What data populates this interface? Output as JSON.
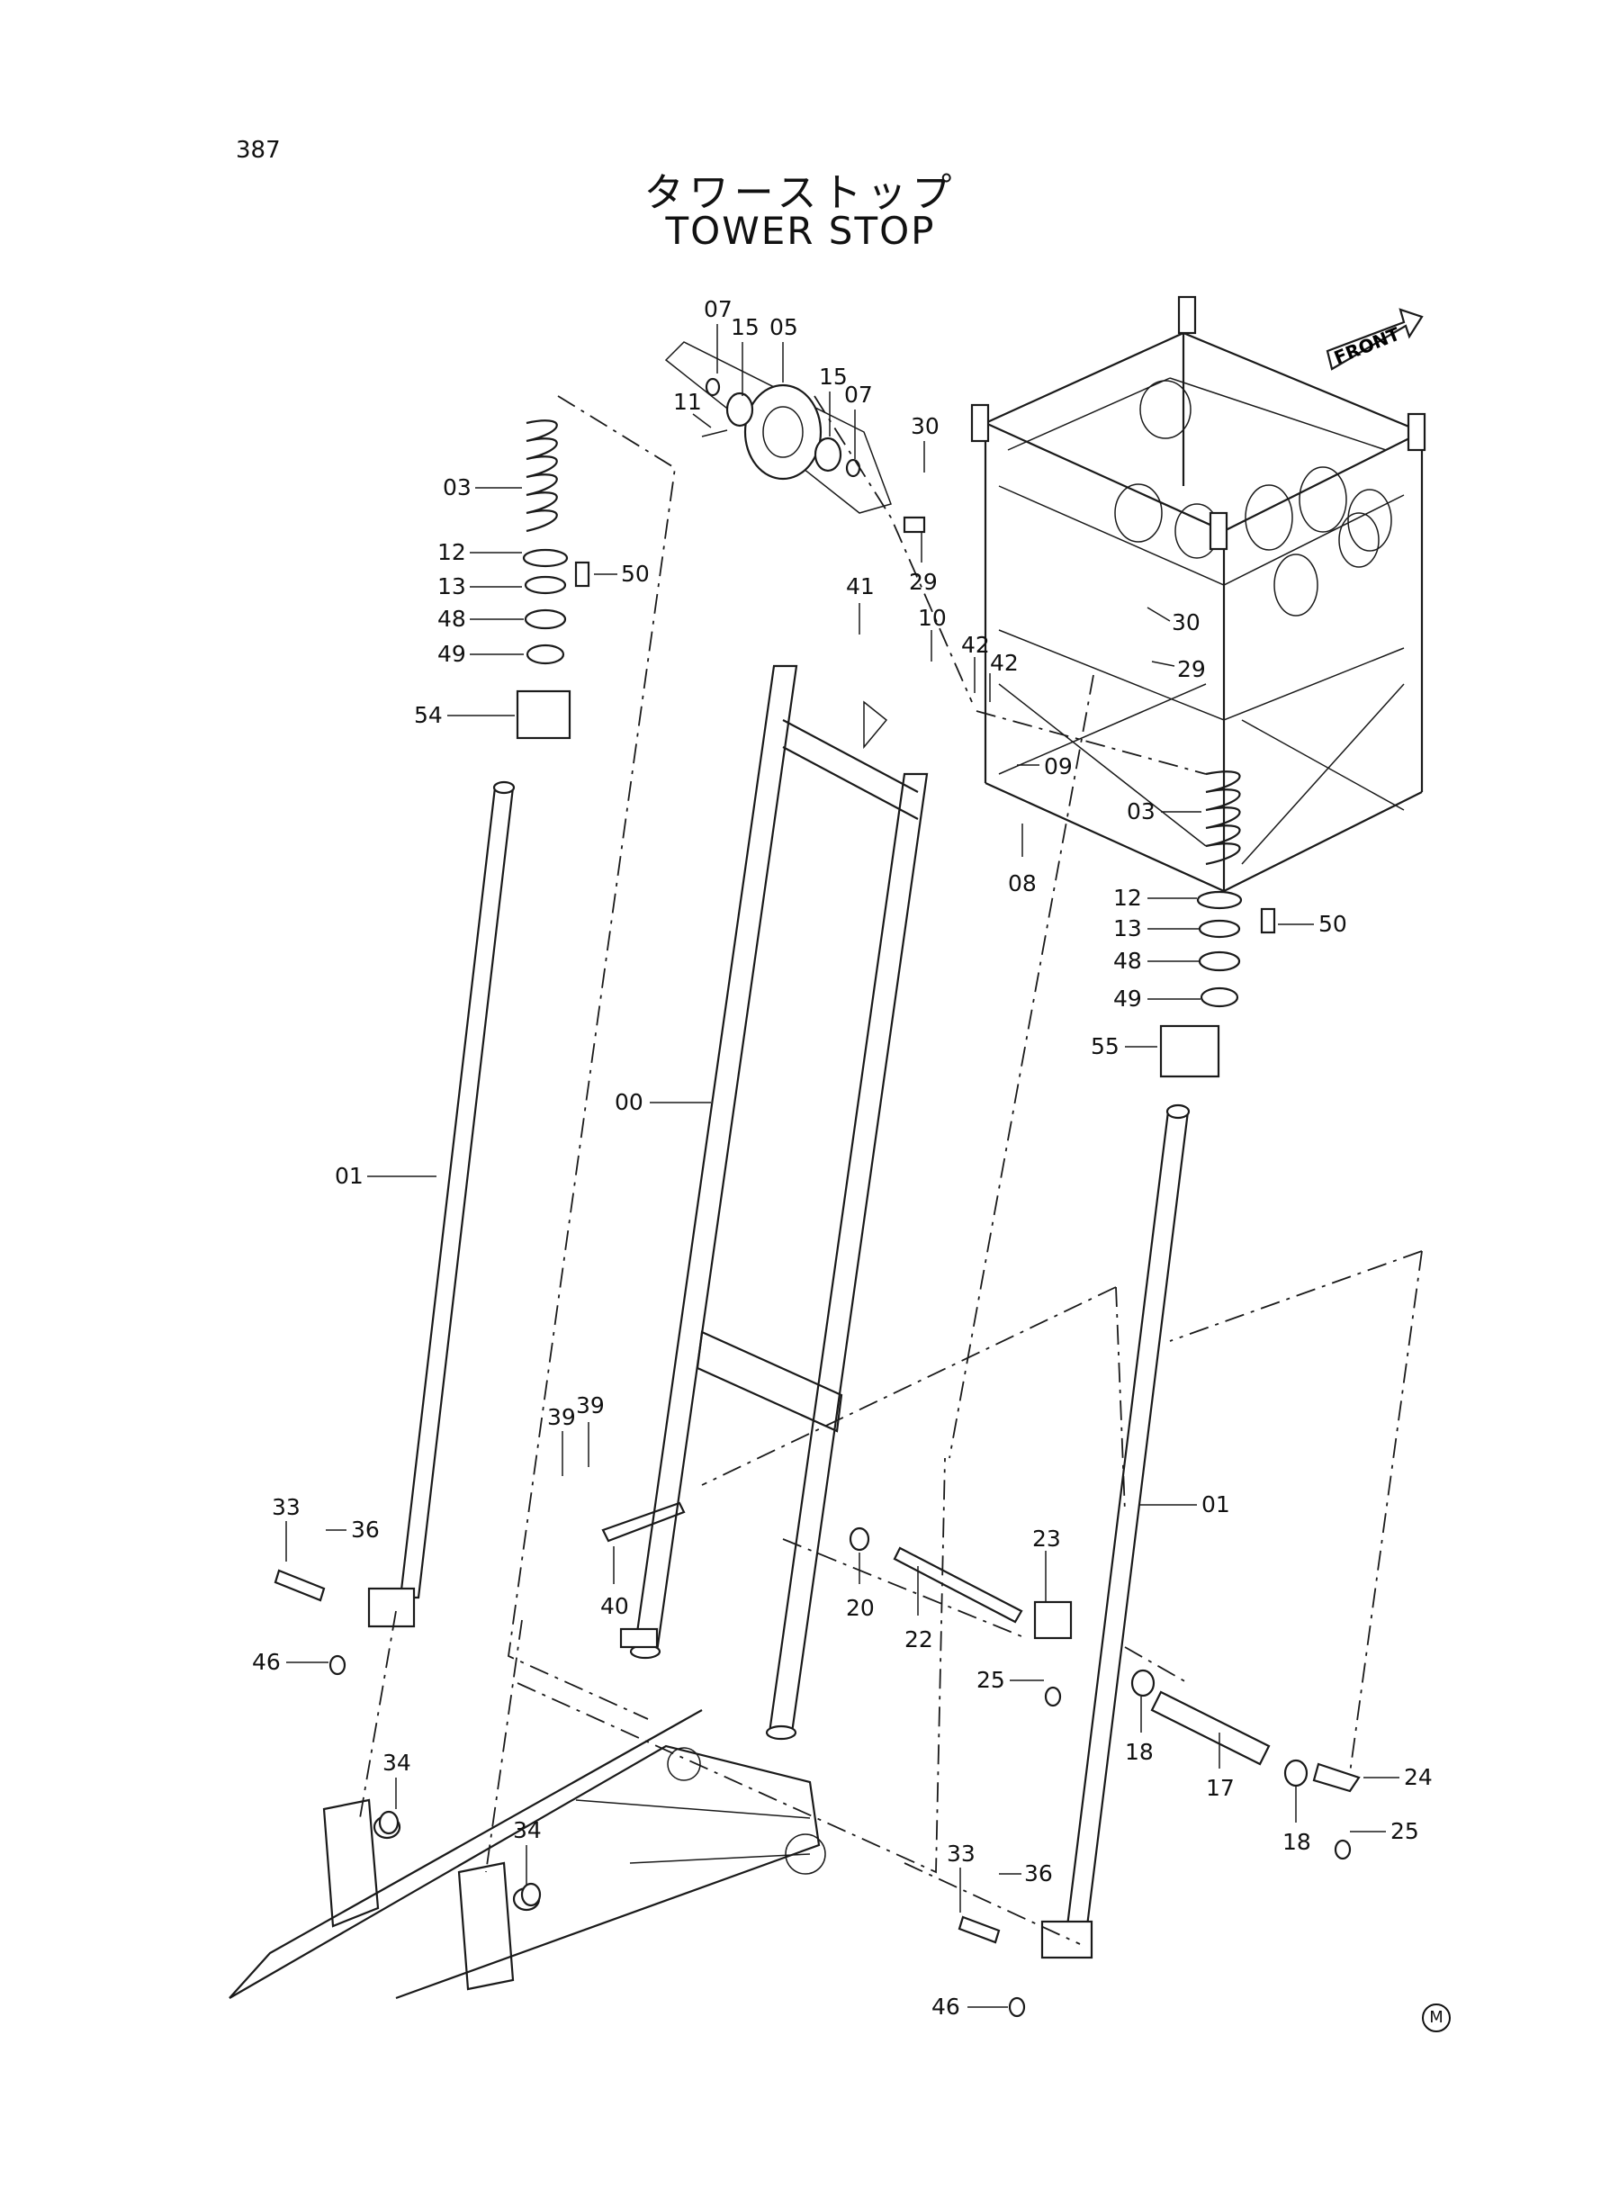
{
  "header": {
    "page_number": "387",
    "title_jp": "タワーストップ",
    "title_en": "TOWER STOP"
  },
  "front_label": "FRONT",
  "footer_mark": "M",
  "callouts": [
    {
      "id": "c-07a",
      "label": "07"
    },
    {
      "id": "c-15a",
      "label": "15"
    },
    {
      "id": "c-05",
      "label": "05"
    },
    {
      "id": "c-15b",
      "label": "15"
    },
    {
      "id": "c-07b",
      "label": "07"
    },
    {
      "id": "c-11",
      "label": "11"
    },
    {
      "id": "c-30a",
      "label": "30"
    },
    {
      "id": "c-03a",
      "label": "03"
    },
    {
      "id": "c-12a",
      "label": "12"
    },
    {
      "id": "c-50a",
      "label": "50"
    },
    {
      "id": "c-13a",
      "label": "13"
    },
    {
      "id": "c-48a",
      "label": "48"
    },
    {
      "id": "c-49a",
      "label": "49"
    },
    {
      "id": "c-54",
      "label": "54"
    },
    {
      "id": "c-29a",
      "label": "29"
    },
    {
      "id": "c-41",
      "label": "41"
    },
    {
      "id": "c-10",
      "label": "10"
    },
    {
      "id": "c-42a",
      "label": "42"
    },
    {
      "id": "c-42b",
      "label": "42"
    },
    {
      "id": "c-30b",
      "label": "30"
    },
    {
      "id": "c-29b",
      "label": "29"
    },
    {
      "id": "c-09",
      "label": "09"
    },
    {
      "id": "c-03b",
      "label": "03"
    },
    {
      "id": "c-08",
      "label": "08"
    },
    {
      "id": "c-12b",
      "label": "12"
    },
    {
      "id": "c-50b",
      "label": "50"
    },
    {
      "id": "c-13b",
      "label": "13"
    },
    {
      "id": "c-48b",
      "label": "48"
    },
    {
      "id": "c-49b",
      "label": "49"
    },
    {
      "id": "c-55",
      "label": "55"
    },
    {
      "id": "c-00",
      "label": "00"
    },
    {
      "id": "c-01a",
      "label": "01"
    },
    {
      "id": "c-39a",
      "label": "39"
    },
    {
      "id": "c-39b",
      "label": "39"
    },
    {
      "id": "c-01b",
      "label": "01"
    },
    {
      "id": "c-33a",
      "label": "33"
    },
    {
      "id": "c-36a",
      "label": "36"
    },
    {
      "id": "c-23",
      "label": "23"
    },
    {
      "id": "c-20",
      "label": "20"
    },
    {
      "id": "c-22",
      "label": "22"
    },
    {
      "id": "c-40",
      "label": "40"
    },
    {
      "id": "c-46a",
      "label": "46"
    },
    {
      "id": "c-25a",
      "label": "25"
    },
    {
      "id": "c-18a",
      "label": "18"
    },
    {
      "id": "c-34a",
      "label": "34"
    },
    {
      "id": "c-17",
      "label": "17"
    },
    {
      "id": "c-24",
      "label": "24"
    },
    {
      "id": "c-18b",
      "label": "18"
    },
    {
      "id": "c-25b",
      "label": "25"
    },
    {
      "id": "c-34b",
      "label": "34"
    },
    {
      "id": "c-33b",
      "label": "33"
    },
    {
      "id": "c-36b",
      "label": "36"
    },
    {
      "id": "c-46b",
      "label": "46"
    }
  ]
}
